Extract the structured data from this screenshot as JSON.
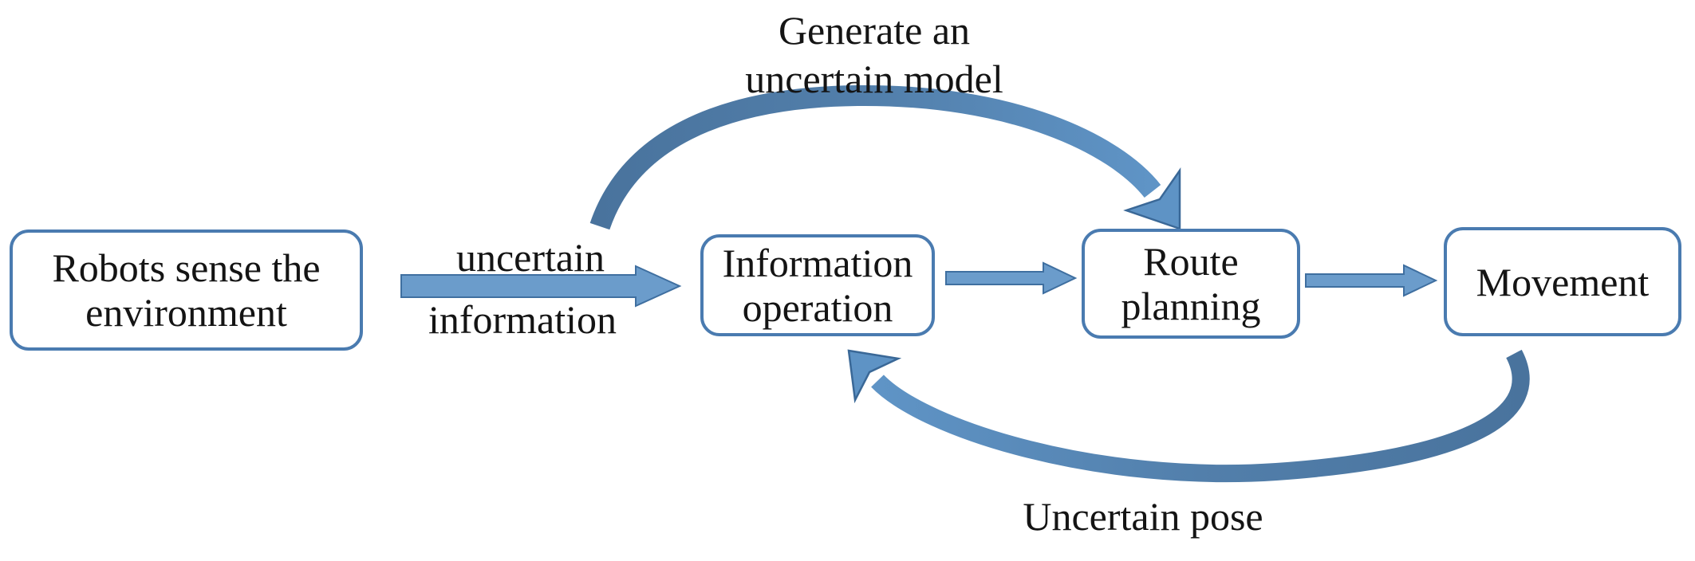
{
  "diagram": {
    "title": "Robot navigation with uncertainty flow diagram",
    "colors": {
      "background": "#ffffff",
      "box_border": "#4a7bb0",
      "arrow_fill": "#6b9ccb",
      "arrow_stroke": "#3f6fa0",
      "arc_dark": "#49739d",
      "arc_light": "#5f94c6",
      "text": "#141414"
    },
    "nodes": [
      {
        "id": "sense",
        "label_line1": "Robots sense the",
        "label_line2": "environment"
      },
      {
        "id": "info-op",
        "label_line1": "Information",
        "label_line2": "operation"
      },
      {
        "id": "route",
        "label_line1": "Route",
        "label_line2": "planning"
      },
      {
        "id": "movement",
        "label_line1": "Movement",
        "label_line2": ""
      }
    ],
    "edges": [
      {
        "from": "sense",
        "to": "info-op",
        "type": "straight",
        "label_line1": "uncertain",
        "label_line2": "information"
      },
      {
        "from": "info-op",
        "to": "route",
        "type": "straight",
        "label_line1": "",
        "label_line2": ""
      },
      {
        "from": "route",
        "to": "movement",
        "type": "straight",
        "label_line1": "",
        "label_line2": ""
      },
      {
        "from": "info-op",
        "to": "route",
        "type": "curved-top",
        "label_line1": "Generate an",
        "label_line2": "uncertain model"
      },
      {
        "from": "movement",
        "to": "info-op",
        "type": "curved-bottom",
        "label_line1": "Uncertain pose",
        "label_line2": ""
      }
    ]
  }
}
